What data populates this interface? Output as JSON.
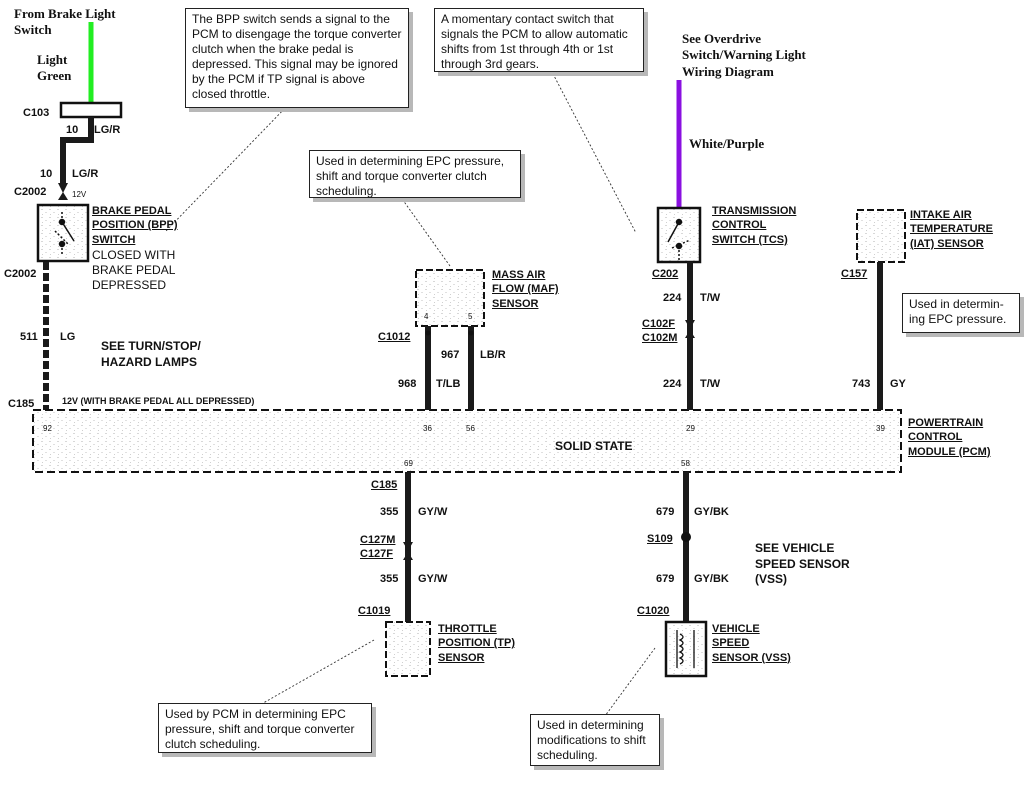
{
  "annotations": {
    "from_brake_light": "From Brake Light\nSwitch",
    "light_green": "Light\nGreen",
    "see_overdrive": "See Overdrive\nSwitch/Warning Light\nWiring Diagram",
    "white_purple": "White/Purple"
  },
  "notes": {
    "bpp": "The BPP switch sends a signal to the PCM to disengage the torque converter clutch when the brake pedal is depressed.  This signal may be ignored by the PCM if TP signal is above closed throttle.",
    "tcs": "A momentary contact switch that signals the PCM to allow automatic shifts from 1st through 4th or 1st through 3rd gears.",
    "maf": "Used in determining EPC pressure, shift and torque converter clutch scheduling.",
    "iat": "Used in determin-ing EPC pressure.",
    "tp": "Used by PCM in determining EPC pressure, shift and torque converter clutch scheduling.",
    "vss": "Used in determining modifications to shift scheduling."
  },
  "components": {
    "bpp_title": "BRAKE PEDAL\nPOSITION (BPP)\nSWITCH",
    "bpp_desc": "CLOSED WITH\nBRAKE PEDAL\nDEPRESSED",
    "maf_title": "MASS AIR\nFLOW (MAF)\nSENSOR",
    "tcs_title": "TRANSMISSION\nCONTROL\nSWITCH (TCS)",
    "iat_title": "INTAKE AIR\nTEMPERATURE\n(IAT) SENSOR",
    "pcm_title": "POWERTRAIN\nCONTROL\nMODULE (PCM)",
    "pcm_inner": "SOLID STATE",
    "tp_title": "THROTTLE\nPOSITION (TP)\nSENSOR",
    "vss_title": "VEHICLE\nSPEED\nSENSOR (VSS)",
    "see_turn": "SEE TURN/STOP/\nHAZARD LAMPS",
    "see_vss": "SEE VEHICLE\nSPEED SENSOR\n(VSS)"
  },
  "connectors": {
    "c103": "C103",
    "c2002_top": "C2002",
    "c2002_bot": "C2002",
    "c185_left": "C185",
    "c1012": "C1012",
    "c202": "C202",
    "c102f": "C102F",
    "c102m": "C102M",
    "c157": "C157",
    "c185_bottom": "C185",
    "c127m": "C127M",
    "c127f": "C127F",
    "c1019": "C1019",
    "s109": "S109",
    "c1020": "C1020"
  },
  "wires": {
    "w10a_num": "10",
    "w10a_color": "LG/R",
    "w10b_num": "10",
    "w10b_color": "LG/R",
    "v12": "12V",
    "w511_num": "511",
    "w511_color": "LG",
    "v12_pedal": "12V (WITH BRAKE PEDAL ALL DEPRESSED)",
    "w967_num": "967",
    "w967_color": "LB/R",
    "w968_num": "968",
    "w968_color": "T/LB",
    "w224a_num": "224",
    "w224a_color": "T/W",
    "w224b_num": "224",
    "w224b_color": "T/W",
    "w743_num": "743",
    "w743_color": "GY",
    "w355a_num": "355",
    "w355a_color": "GY/W",
    "w355b_num": "355",
    "w355b_color": "GY/W",
    "w679a_num": "679",
    "w679a_color": "GY/BK",
    "w679b_num": "679",
    "w679b_color": "GY/BK"
  },
  "pins": {
    "p92": "92",
    "p36": "36",
    "p56": "56",
    "p29": "29",
    "p39": "39",
    "p69": "69",
    "p58": "58",
    "maf4": "4",
    "maf5": "5"
  },
  "colors": {
    "light_green_wire": "#22ee22",
    "white_purple_wire": "#8a10e0",
    "wire": "#1a1a1a",
    "note_shadow": "#b8b8b8"
  },
  "icons": {
    "switch": "switch-icon",
    "sensor": "sensor-icon",
    "splice": "splice-dot-icon"
  }
}
